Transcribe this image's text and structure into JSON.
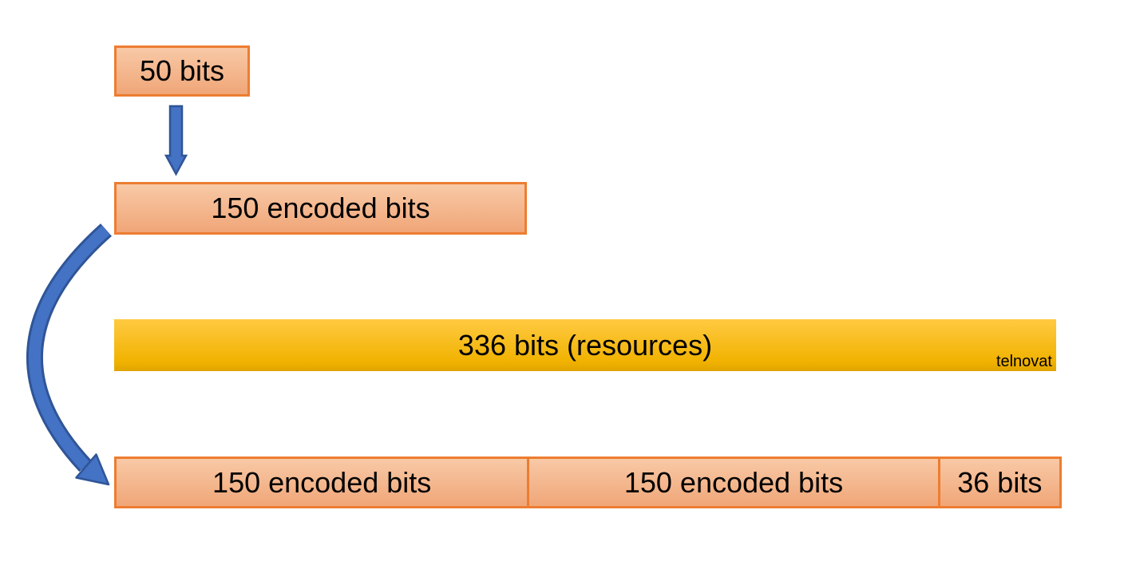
{
  "diagram": {
    "source_box": {
      "label": "50 bits"
    },
    "encoded_box": {
      "label": "150 encoded bits"
    },
    "resources_bar": {
      "label": "336 bits (resources)",
      "watermark": "telnovat"
    },
    "output_row": {
      "segments": [
        {
          "label": "150 encoded bits"
        },
        {
          "label": "150 encoded bits"
        },
        {
          "label": "36 bits"
        }
      ]
    },
    "arrows": [
      {
        "icon": "down-arrow-icon",
        "from": "source_box",
        "to": "encoded_box"
      },
      {
        "icon": "curved-arrow-icon",
        "from": "encoded_box",
        "to": "output_row"
      }
    ]
  },
  "colors": {
    "box_border": "#ED7D31",
    "box_fill_top": "#F8C9A6",
    "box_fill_bottom": "#F0A678",
    "bar_fill_top": "#FFCA42",
    "bar_fill_bottom": "#F1B200",
    "bar_edge": "#DFA400",
    "arrow_fill": "#4472C4",
    "arrow_border": "#2F5597",
    "text_color": "#000000"
  }
}
